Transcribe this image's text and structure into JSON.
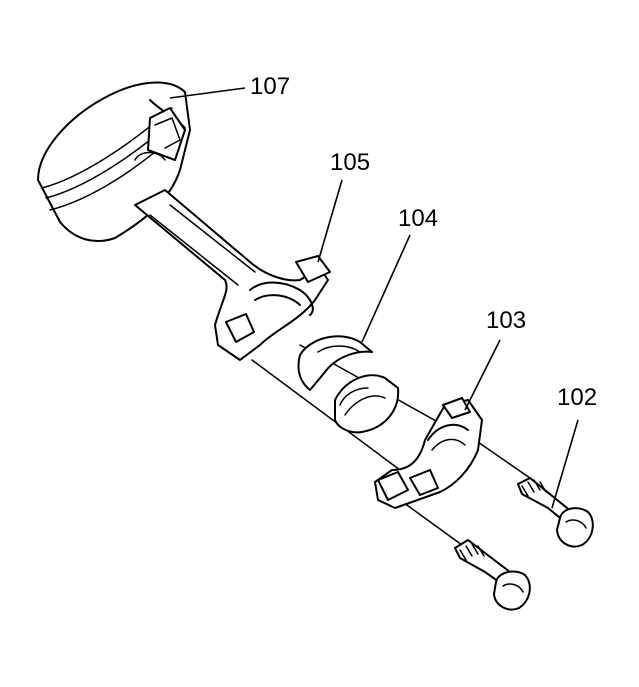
{
  "diagram": {
    "callouts": [
      {
        "id": "piston",
        "label": "107"
      },
      {
        "id": "rod-cap-upper",
        "label": "105"
      },
      {
        "id": "bearing-insert",
        "label": "104"
      },
      {
        "id": "rod-cap",
        "label": "103"
      },
      {
        "id": "rod-bolt",
        "label": "102"
      }
    ]
  }
}
